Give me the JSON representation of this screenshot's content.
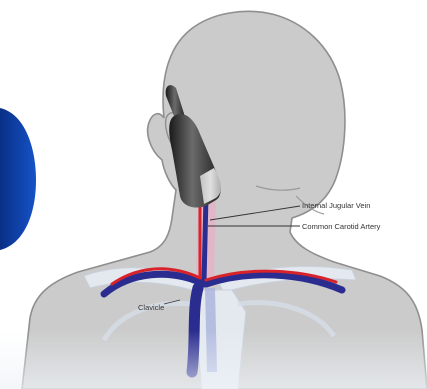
{
  "labels": {
    "internal_jugular_vein": "Internal Jugular Vein",
    "common_carotid_artery": "Common Carotid Artery",
    "clavicle": "Clavicle"
  },
  "colors": {
    "background": "#ffffff",
    "body": "#cbcbcb",
    "body_outline": "#8f8f8f",
    "vein": "#2a2d8f",
    "artery": "#d8232a",
    "vessel_highlight": "#f4a7c4",
    "bone": "#e4e9f0",
    "probe": "#2b2b2b",
    "side_shape": "#0b3fa8"
  },
  "icons": [
    "ultrasound-probe-icon",
    "neck-anatomy-illustration"
  ]
}
